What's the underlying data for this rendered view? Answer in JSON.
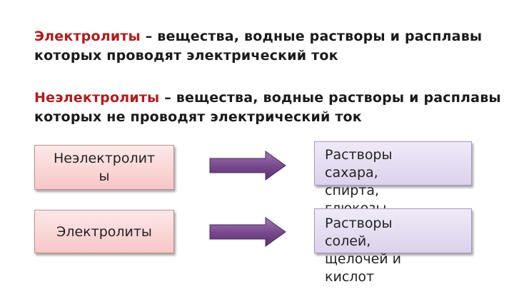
{
  "definitions": {
    "electrolytes": {
      "term": "Электролиты",
      "text": " – вещества, водные растворы и расплавы которых проводят электрический ток"
    },
    "non_electrolytes": {
      "term": "Неэлектролиты",
      "text": " – вещества, водные растворы и расплавы которых не проводят электрический ток"
    }
  },
  "diagram": {
    "row1": {
      "left_label": "Неэлектролиты",
      "right_label": "Растворы сахара, спирта, глюкозы"
    },
    "row2": {
      "left_label": "Электролиты",
      "right_label": "Растворы солей, щелочей и кислот"
    }
  },
  "colors": {
    "term": "#b01c1c",
    "left_box_fill": "#f7c7c7",
    "right_box_fill": "#dcd2ec",
    "arrow_fill": "#7a4a8e"
  }
}
